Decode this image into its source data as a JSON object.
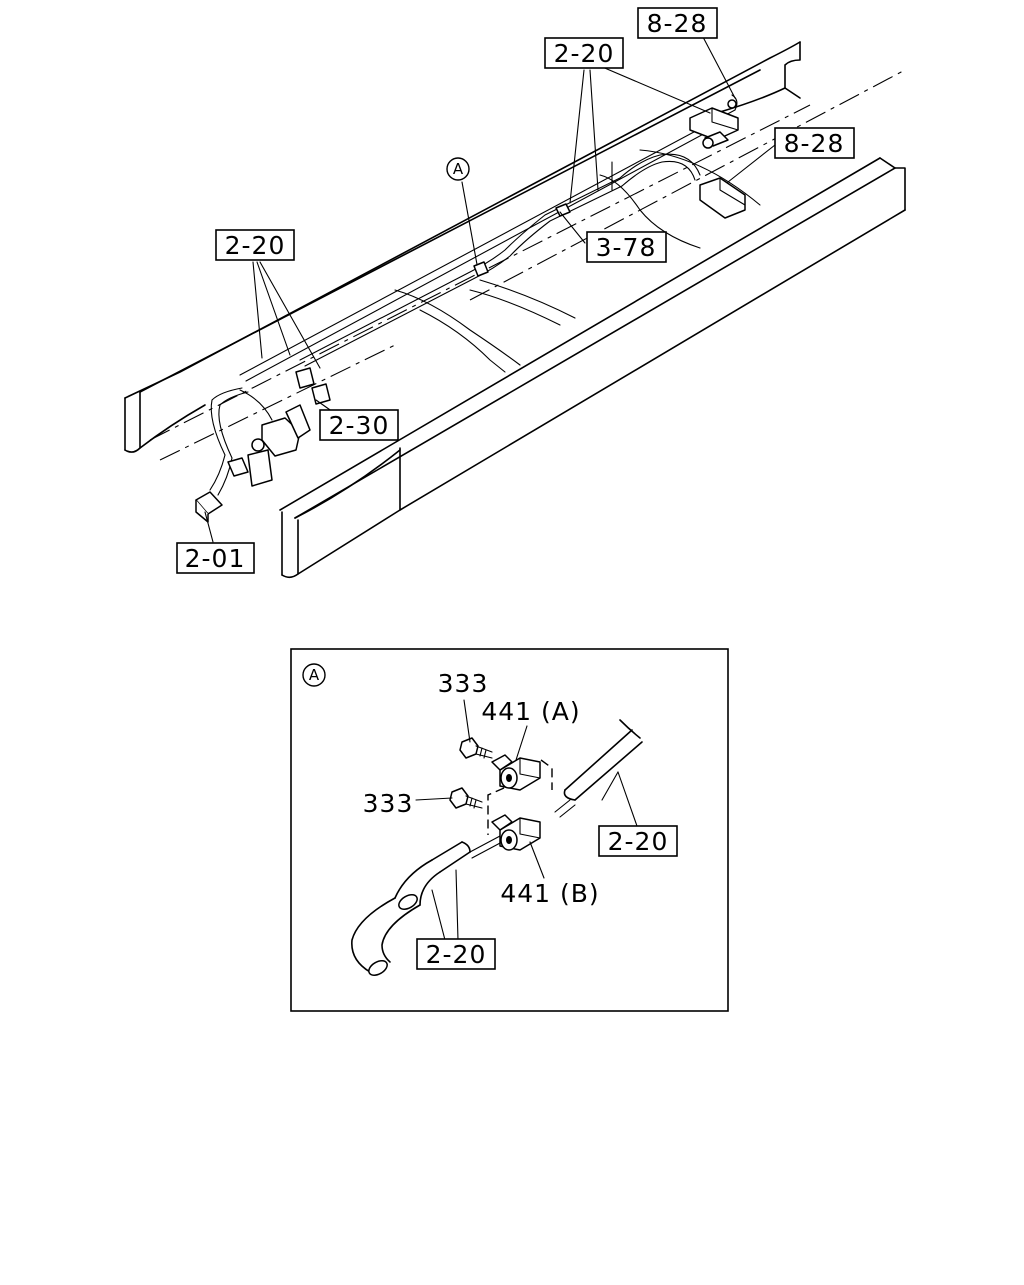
{
  "labels": {
    "top_8_28": "8-28",
    "top_2_20": "2-20",
    "right_8_28": "8-28",
    "left_2_20": "2-20",
    "mid_3_78": "3-78",
    "mid_2_30": "2-30",
    "bot_2_01": "2-01",
    "detail_marker": "A"
  },
  "detail": {
    "marker": "A",
    "bolt_top": "333",
    "bolt_left": "333",
    "clip_a": "441 (A)",
    "clip_b": "441 (B)",
    "pipe_right": "2-20",
    "pipe_bottom": "2-20"
  }
}
